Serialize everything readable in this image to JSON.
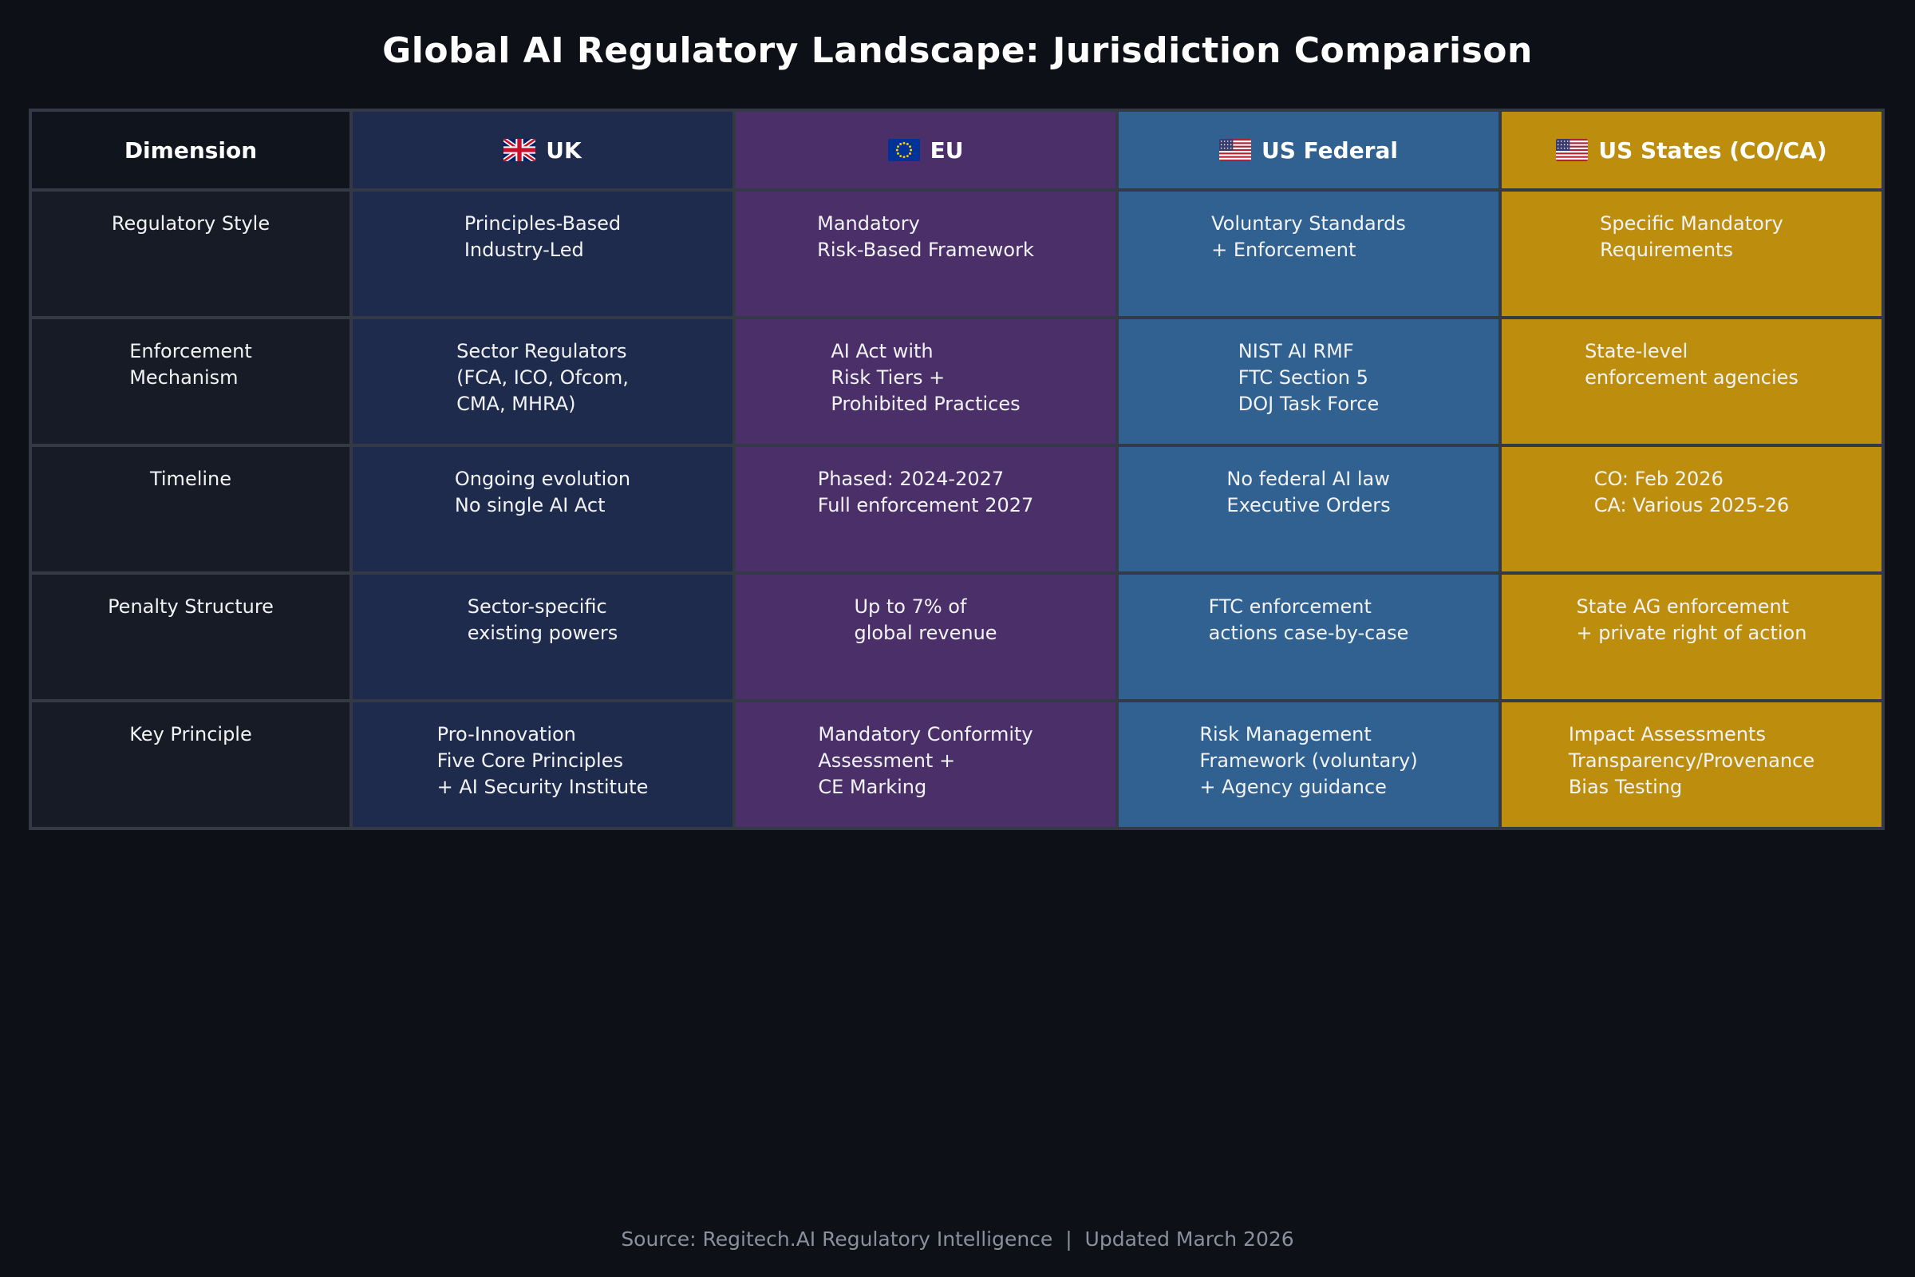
{
  "title": "Global AI Regulatory Landscape: Jurisdiction Comparison",
  "footer": "Source: Regitech.AI Regulatory Intelligence  |  Updated March 2026",
  "colors": {
    "background": "#0d1117",
    "grid_line": "#333945",
    "dimension_header_bg": "#10141d",
    "dimension_cell_bg": "#171b26",
    "uk": "#1f2b4c",
    "eu": "#4a2f68",
    "us_federal": "#306190",
    "us_states": "#bd8e0d",
    "cell_text": "#f2f3f5",
    "footer_text": "#8a909c"
  },
  "chart_data": {
    "type": "table",
    "title": "Global AI Regulatory Landscape: Jurisdiction Comparison",
    "dimension_header": "Dimension",
    "columns": [
      {
        "id": "uk",
        "label": "UK",
        "flag": "uk-flag-icon",
        "color": "#1f2b4c"
      },
      {
        "id": "eu",
        "label": "EU",
        "flag": "eu-flag-icon",
        "color": "#4a2f68"
      },
      {
        "id": "us_federal",
        "label": "US Federal",
        "flag": "us-flag-icon",
        "color": "#306190"
      },
      {
        "id": "us_states",
        "label": "US States (CO/CA)",
        "flag": "us-flag-icon",
        "color": "#bd8e0d"
      }
    ],
    "rows": [
      {
        "dimension": [
          "Regulatory Style"
        ],
        "values": {
          "uk": [
            "Principles-Based",
            "Industry-Led"
          ],
          "eu": [
            "Mandatory",
            "Risk-Based Framework"
          ],
          "us_federal": [
            "Voluntary Standards",
            "+ Enforcement"
          ],
          "us_states": [
            "Specific Mandatory",
            "Requirements"
          ]
        }
      },
      {
        "dimension": [
          "Enforcement",
          "Mechanism"
        ],
        "values": {
          "uk": [
            "Sector Regulators",
            "(FCA, ICO, Ofcom,",
            "CMA, MHRA)"
          ],
          "eu": [
            "AI Act with",
            "Risk Tiers +",
            "Prohibited Practices"
          ],
          "us_federal": [
            "NIST AI RMF",
            "FTC Section 5",
            "DOJ Task Force"
          ],
          "us_states": [
            "State-level",
            "enforcement agencies"
          ]
        }
      },
      {
        "dimension": [
          "Timeline"
        ],
        "values": {
          "uk": [
            "Ongoing evolution",
            "No single AI Act"
          ],
          "eu": [
            "Phased: 2024-2027",
            "Full enforcement 2027"
          ],
          "us_federal": [
            "No federal AI law",
            "Executive Orders"
          ],
          "us_states": [
            "CO: Feb 2026",
            "CA: Various 2025-26"
          ]
        }
      },
      {
        "dimension": [
          "Penalty Structure"
        ],
        "values": {
          "uk": [
            "Sector-specific",
            "existing powers"
          ],
          "eu": [
            "Up to 7% of",
            "global revenue"
          ],
          "us_federal": [
            "FTC enforcement",
            "actions case-by-case"
          ],
          "us_states": [
            "State AG enforcement",
            "+ private right of action"
          ]
        }
      },
      {
        "dimension": [
          "Key Principle"
        ],
        "values": {
          "uk": [
            "Pro-Innovation",
            "Five Core Principles",
            "+ AI Security Institute"
          ],
          "eu": [
            "Mandatory Conformity",
            "Assessment +",
            "CE Marking"
          ],
          "us_federal": [
            "Risk Management",
            "Framework (voluntary)",
            "+ Agency guidance"
          ],
          "us_states": [
            "Impact Assessments",
            "Transparency/Provenance",
            "Bias Testing"
          ]
        }
      }
    ]
  }
}
